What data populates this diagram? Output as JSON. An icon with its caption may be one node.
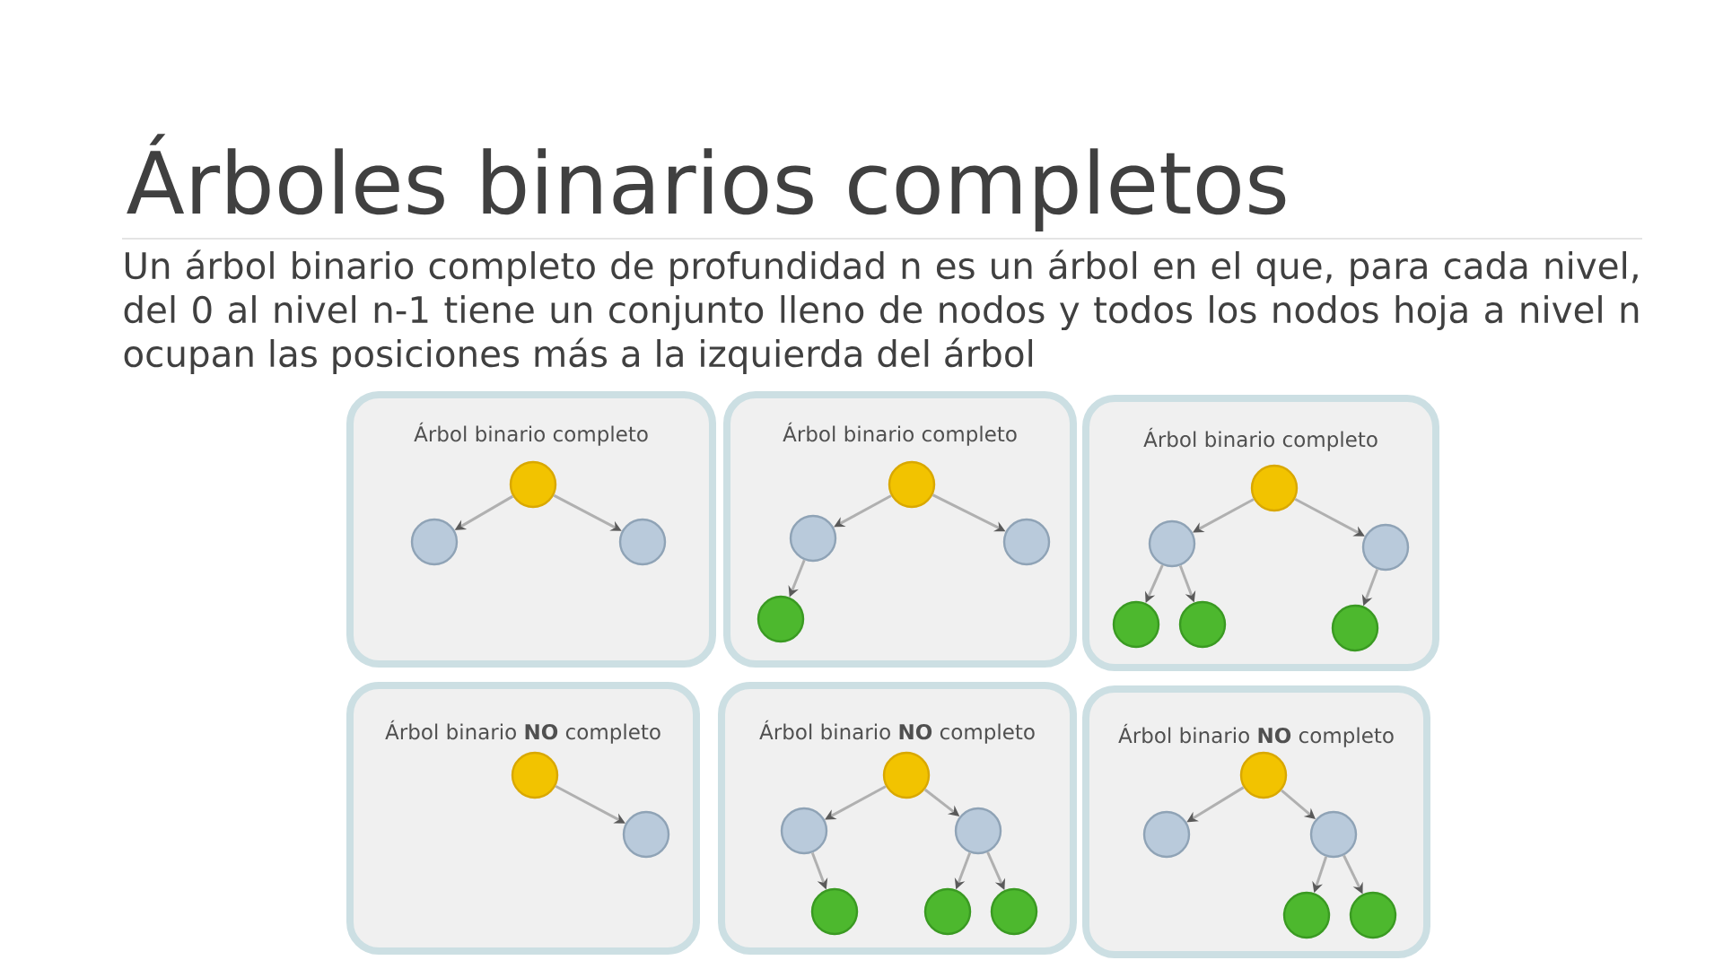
{
  "diagram": {
    "title": "Árboles binarios completos",
    "labels": [
      "Un árbol binario completo de profundidad n es un árbol en el que, para cada nivel, del 0 al nivel n-1 tiene un conjunto lleno de nodos y todos los nodos hoja a nivel n ocupan las posiciones más a la izquierda del árbol"
    ],
    "nodes": [
      {
        "text": [
          "Árbol binario completo"
        ]
      },
      {
        "text": [
          "Árbol binario completo"
        ]
      },
      {
        "text": [
          "Árbol binario completo"
        ]
      },
      {
        "text": [
          "Árbol binario **NO** completo"
        ]
      },
      {
        "text": [
          "Árbol binario **NO** completo"
        ]
      },
      {
        "text": [
          "Árbol binario **NO** completo"
        ]
      },
      {
        "text": [],
        "shape": "circle",
        "in": 0
      },
      {
        "text": [],
        "shape": "circle",
        "in": 0
      },
      {
        "text": [],
        "shape": "circle",
        "in": 0
      },
      {
        "text": [],
        "shape": "circle",
        "in": 1
      },
      {
        "text": [],
        "shape": "circle",
        "in": 1
      },
      {
        "text": [],
        "shape": "circle",
        "in": 1
      },
      {
        "text": [],
        "shape": "circle",
        "in": 1
      },
      {
        "text": [],
        "shape": "circle",
        "in": 2
      },
      {
        "text": [],
        "shape": "circle",
        "in": 2
      },
      {
        "text": [],
        "shape": "circle",
        "in": 2
      },
      {
        "text": [],
        "shape": "circle",
        "in": 2
      },
      {
        "text": [],
        "shape": "circle",
        "in": 2
      },
      {
        "text": [],
        "shape": "circle",
        "in": 2
      },
      {
        "text": [],
        "shape": "circle",
        "in": 3
      },
      {
        "text": [],
        "shape": "circle",
        "in": 3
      },
      {
        "text": [],
        "shape": "circle",
        "in": 4
      },
      {
        "text": [],
        "shape": "circle",
        "in": 4
      },
      {
        "text": [],
        "shape": "circle",
        "in": 4
      },
      {
        "text": [],
        "shape": "circle",
        "in": 4
      },
      {
        "text": [],
        "shape": "circle",
        "in": 4
      },
      {
        "text": [],
        "shape": "circle",
        "in": 4
      },
      {
        "text": [],
        "shape": "circle",
        "in": 5
      },
      {
        "text": [],
        "shape": "circle",
        "in": 5
      },
      {
        "text": [],
        "shape": "circle",
        "in": 5
      },
      {
        "text": [],
        "shape": "circle",
        "in": 5
      },
      {
        "text": [],
        "shape": "circle",
        "in": 5
      }
    ],
    "edges": [
      {
        "from": 6,
        "to": 7,
        "arrow": "to"
      },
      {
        "from": 6,
        "to": 8,
        "arrow": "to"
      },
      {
        "from": 9,
        "to": 10,
        "arrow": "to"
      },
      {
        "from": 9,
        "to": 11,
        "arrow": "to"
      },
      {
        "from": 10,
        "to": 12,
        "arrow": "to"
      },
      {
        "from": 13,
        "to": 14,
        "arrow": "to"
      },
      {
        "from": 13,
        "to": 15,
        "arrow": "to"
      },
      {
        "from": 14,
        "to": 16,
        "arrow": "to"
      },
      {
        "from": 14,
        "to": 17,
        "arrow": "to"
      },
      {
        "from": 15,
        "to": 18,
        "arrow": "to"
      },
      {
        "from": 19,
        "to": 20,
        "arrow": "to"
      },
      {
        "from": 21,
        "to": 22,
        "arrow": "to"
      },
      {
        "from": 21,
        "to": 23,
        "arrow": "to"
      },
      {
        "from": 22,
        "to": 24,
        "arrow": "to"
      },
      {
        "from": 23,
        "to": 25,
        "arrow": "to"
      },
      {
        "from": 23,
        "to": 26,
        "arrow": "to"
      },
      {
        "from": 27,
        "to": 28,
        "arrow": "to"
      },
      {
        "from": 27,
        "to": 29,
        "arrow": "to"
      },
      {
        "from": 29,
        "to": 30,
        "arrow": "to"
      },
      {
        "from": 29,
        "to": 31,
        "arrow": "to"
      }
    ]
  }
}
